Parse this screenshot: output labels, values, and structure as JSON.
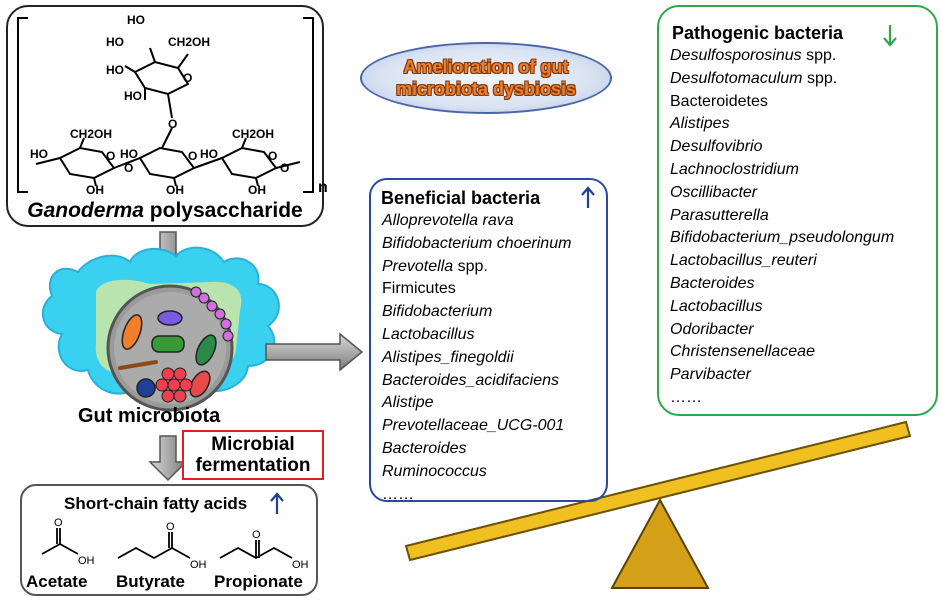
{
  "polysaccharide": {
    "label_italic": "Ganoderma",
    "label_rest": " polysaccharide",
    "repeat_subscript": "n",
    "atoms": {
      "ho": "HO",
      "oh": "OH",
      "ch2oh": "CH2OH",
      "o": "O"
    }
  },
  "amelioration": {
    "text": "Amelioration of gut\nmicrobiota dysbiosis"
  },
  "beneficial": {
    "title": "Beneficial bacteria",
    "items": [
      {
        "text": "Alloprevotella rava",
        "italic": true
      },
      {
        "text": "Bifidobacterium choerinum",
        "italic": true
      },
      {
        "text": "Prevotella",
        "italic": true,
        "suffix": " spp."
      },
      {
        "text": "Firmicutes",
        "italic": false
      },
      {
        "text": "Bifidobacterium",
        "italic": true
      },
      {
        "text": "Lactobacillus",
        "italic": true
      },
      {
        "text": "Alistipes_finegoldii",
        "italic": true
      },
      {
        "text": "Bacteroides_acidifaciens",
        "italic": true
      },
      {
        "text": "Alistipe",
        "italic": true
      },
      {
        "text": "Prevotellaceae_UCG-001",
        "italic": true
      },
      {
        "text": "Bacteroides",
        "italic": true
      },
      {
        "text": "Ruminococcus",
        "italic": true
      },
      {
        "text": "……",
        "italic": false
      }
    ]
  },
  "pathogenic": {
    "title": "Pathogenic bacteria",
    "items": [
      {
        "text": "Desulfosporosinus",
        "italic": true,
        "suffix": " spp."
      },
      {
        "text": "Desulfotomaculum",
        "italic": true,
        "suffix": " spp."
      },
      {
        "text": "Bacteroidetes",
        "italic": false
      },
      {
        "text": "Alistipes",
        "italic": true
      },
      {
        "text": "Desulfovibrio",
        "italic": true
      },
      {
        "text": "Lachnoclostridium",
        "italic": true
      },
      {
        "text": "Oscillibacter",
        "italic": true
      },
      {
        "text": "Parasutterella",
        "italic": true
      },
      {
        "text": "Bifidobacterium_pseudolongum",
        "italic": true
      },
      {
        "text": "Lactobacillus_reuteri",
        "italic": true
      },
      {
        "text": "Bacteroides",
        "italic": true
      },
      {
        "text": "Lactobacillus",
        "italic": true
      },
      {
        "text": "Odoribacter",
        "italic": true
      },
      {
        "text": "Christensenellaceae",
        "italic": true
      },
      {
        "text": "Parvibacter",
        "italic": true
      },
      {
        "text": "……",
        "italic": false
      }
    ]
  },
  "gut": {
    "label": "Gut microbiota"
  },
  "fermentation": {
    "line1": "Microbial",
    "line2": "fermentation"
  },
  "scfa": {
    "title": "Short-chain fatty acids",
    "acids": [
      {
        "name": "Acetate"
      },
      {
        "name": "Butyrate"
      },
      {
        "name": "Propionate"
      }
    ],
    "o_label": "O",
    "oh_label": "OH"
  },
  "colors": {
    "up_arrow": "#1f3f9a",
    "down_arrow": "#2ca84a",
    "ellipse_text": "#f07e2a",
    "beneficial_border": "#2a4aa0",
    "pathogenic_border": "#2ca84a",
    "fermentation_border": "#e02020",
    "seesaw_beam": "#f0c020",
    "fulcrum": "#d4a017",
    "gut_blue": "#3ad0f0"
  }
}
